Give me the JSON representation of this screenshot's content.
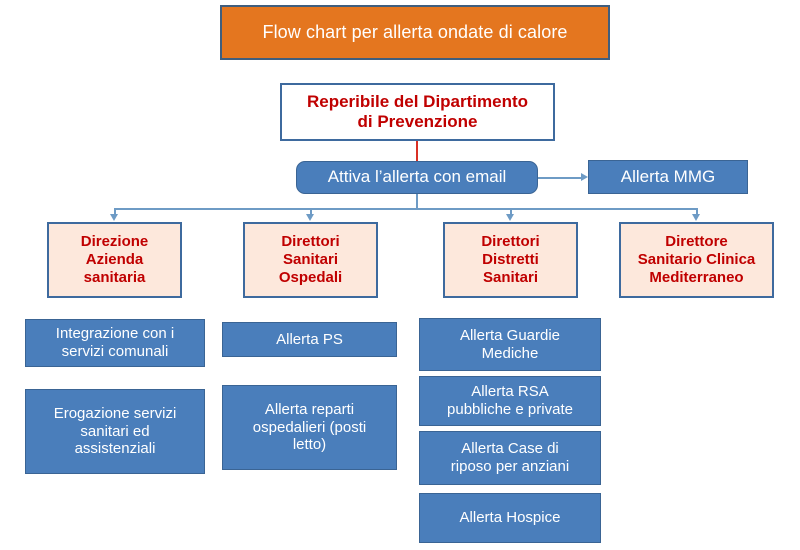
{
  "diagram": {
    "title": "Flow chart per allerta ondate di calore",
    "colors": {
      "title_fill": "#E4761F",
      "box_blue_fill": "#4A7EBB",
      "box_peach_fill": "#FDE8DC",
      "border_blue": "#3E6A9E",
      "text_red": "#C00000",
      "text_white": "#FFFFFF",
      "connector_blue": "#6E9BC5",
      "connector_red": "#D93025"
    },
    "nodes": {
      "title": "Flow chart per allerta ondate di calore",
      "source": "Reperibile del Dipartimento\ndi Prevenzione",
      "action": "Attiva l’allerta con email",
      "side": "Allerta MMG"
    },
    "recipients": [
      {
        "label": "Direzione\nAzienda\nsanitaria"
      },
      {
        "label": "Direttori\nSanitari\nOspedali"
      },
      {
        "label": "Direttori\nDistretti\nSanitari"
      },
      {
        "label": "Direttore\nSanitario Clinica\nMediterraneo"
      }
    ],
    "tasks": {
      "direzione": [
        "Integrazione con i\nservizi comunali",
        "Erogazione servizi\nsanitari ed\nassistenziali"
      ],
      "ospedali": [
        "Allerta PS",
        "Allerta reparti\nospedalieri (posti\nletto)"
      ],
      "distretti": [
        "Allerta Guardie\nMediche",
        "Allerta RSA\npubbliche e private",
        "Allerta Case di\nriposo per anziani",
        "Allerta Hospice"
      ]
    }
  }
}
